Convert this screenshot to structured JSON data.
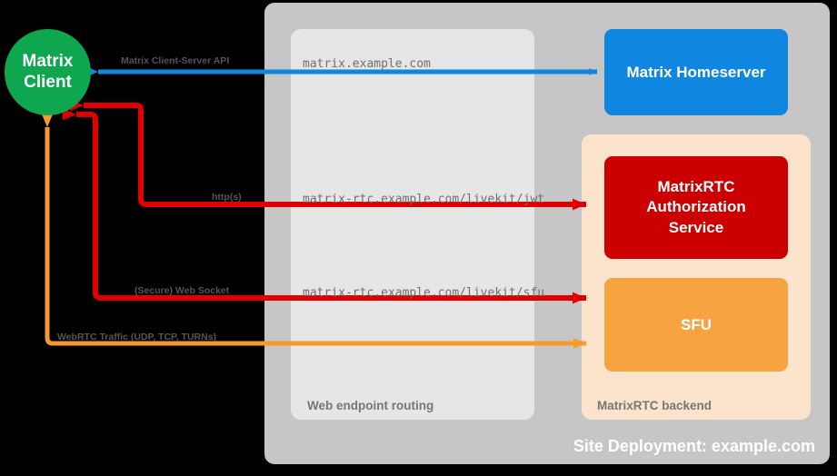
{
  "diagram": {
    "title": "Site Deployment: example.com",
    "nodes": {
      "client": {
        "label": "Matrix\nClient",
        "line1": "Matrix",
        "line2": "Client",
        "color": "#0EA750"
      },
      "homeserver": {
        "label": "Matrix Homeserver",
        "color": "#0F86E0"
      },
      "auth": {
        "label": "MatrixRTC Authorization Service",
        "line1": "MatrixRTC",
        "line2": "Authorization",
        "line3": "Service",
        "color": "#CC0000"
      },
      "sfu": {
        "label": "SFU",
        "color": "#F7A341"
      }
    },
    "groups": {
      "outer": {
        "caption": "Site Deployment: example.com",
        "color": "#C6C6C6"
      },
      "web_routing": {
        "caption": "Web endpoint routing",
        "color": "#E6E6E6"
      },
      "rtc_backend": {
        "caption": "MatrixRTC backend",
        "color": "#FCE4CC"
      }
    },
    "edges": [
      {
        "name": "client-server-api",
        "label": "Matrix Client-Server API",
        "endpoint": "matrix.example.com",
        "color": "#0F86E0",
        "direction": "bidirectional"
      },
      {
        "name": "jwt-auth",
        "label": "http(s)",
        "endpoint": "matrix-rtc.example.com/livekit/jwt",
        "color": "#E60000",
        "direction": "bidirectional"
      },
      {
        "name": "sfu-websocket",
        "label": "(Secure) Web Socket",
        "endpoint": "matrix-rtc.example.com/livekit/sfu",
        "color": "#E60000",
        "direction": "bidirectional"
      },
      {
        "name": "webrtc-traffic",
        "label": "WebRTC Traffic (UDP, TCP, TURNs)",
        "endpoint": "",
        "color": "#F79A2E",
        "direction": "bidirectional"
      }
    ]
  }
}
